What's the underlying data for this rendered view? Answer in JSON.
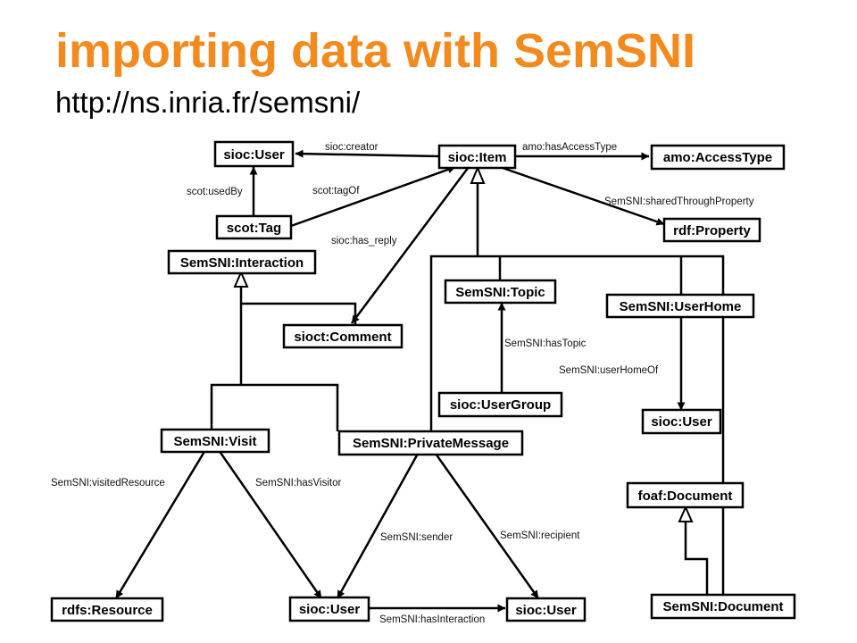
{
  "slide": {
    "title": "importing data with SemSNI",
    "subtitle": "http://ns.inria.fr/semsni/"
  },
  "diagram": {
    "nodes": {
      "sioc_user_top": "sioc:User",
      "sioc_item": "sioc:Item",
      "amo_access_type": "amo:AccessType",
      "scot_tag": "scot:Tag",
      "rdf_property": "rdf:Property",
      "semsni_interaction": "SemSNI:Interaction",
      "semsni_topic": "SemSNI:Topic",
      "semsni_user_home": "SemSNI:UserHome",
      "sioct_comment": "sioct:Comment",
      "sioc_user_group": "sioc:UserGroup",
      "sioc_user_right": "sioc:User",
      "semsni_visit": "SemSNI:Visit",
      "semsni_private_message": "SemSNI:PrivateMessage",
      "foaf_document": "foaf:Document",
      "rdfs_resource": "rdfs:Resource",
      "sioc_user_bottom_left": "sioc:User",
      "sioc_user_bottom_right": "sioc:User",
      "semsni_document": "SemSNI:Document"
    },
    "edge_labels": {
      "sioc_creator": "sioc:creator",
      "amo_has_access_type": "amo:hasAccessType",
      "scot_used_by": "scot:usedBy",
      "scot_tag_of": "scot:tagOf",
      "semsni_shared_through_property": "SemSNI:sharedThroughProperty",
      "sioc_has_reply": "sioc:has_reply",
      "semsni_has_topic": "SemSNI:hasTopic",
      "semsni_user_home_of": "SemSNI:userHomeOf",
      "semsni_visited_resource": "SemSNI:visitedResource",
      "semsni_has_visitor": "SemSNI:hasVisitor",
      "semsni_sender": "SemSNI:sender",
      "semsni_recipient": "SemSNI:recipient",
      "semsni_has_interaction": "SemSNI:hasInteraction"
    }
  }
}
